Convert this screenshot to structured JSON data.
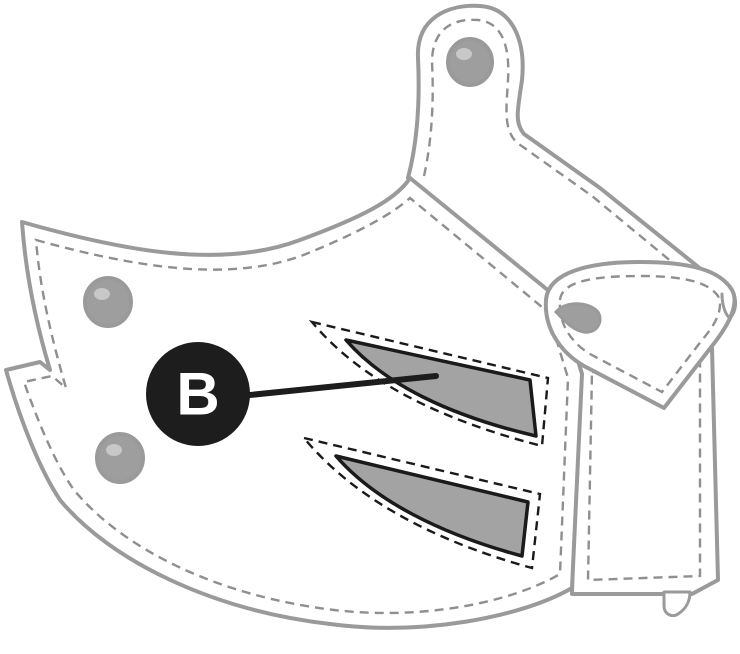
{
  "callout": {
    "label": "B"
  },
  "colors": {
    "background": "#ffffff",
    "panel_fill": "#ffffff",
    "outline": "#9a9a9a",
    "stitch": "#8f8f8f",
    "vent_fill": "#a3a3a3",
    "vent_outline": "#1a1a1a",
    "vent_stitch": "#1a1a1a",
    "rivet_fill": "#9e9e9e",
    "rivet_highlight": "#c8c8c8",
    "callout_fill": "#1d1d1d",
    "callout_text": "#ffffff",
    "leader_line": "#1d1d1d"
  },
  "parts": {
    "rivets": [
      "rivet-icon",
      "rivet-icon",
      "rivet-icon",
      "rivet-icon"
    ],
    "vents": [
      "upper-vent-slot",
      "lower-vent-slot"
    ]
  }
}
